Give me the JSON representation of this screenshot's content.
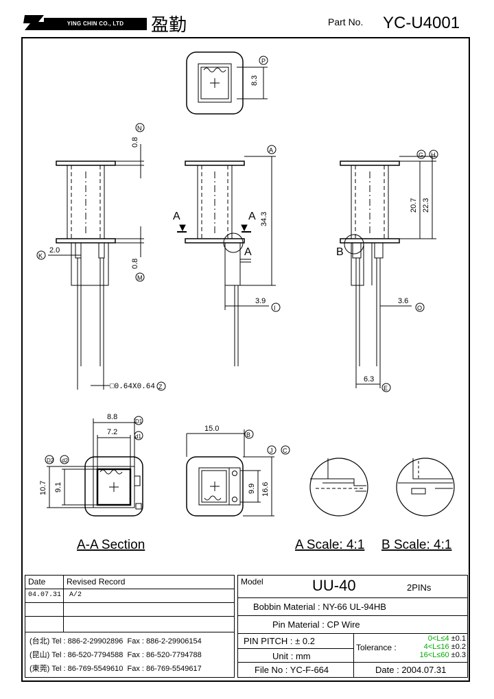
{
  "header": {
    "brand_en": "YING CHIN CO., LTD",
    "brand_cn": "盈勤",
    "part_label": "Part No.",
    "part_no": "YC-U4001"
  },
  "dims": {
    "P": "8.3",
    "N": "0.8",
    "M": "0.8",
    "A": "34.3",
    "G": "20.7",
    "H": "22.3",
    "K": "2.0",
    "I": "3.9",
    "O": "3.6",
    "Z": "□0.64X0.64",
    "E": "6.3",
    "D1": "8.8",
    "d1": "7.2",
    "D2": "10.7",
    "d2": "9.1",
    "B": "15.0",
    "J": "9.9",
    "C": "16.6"
  },
  "circle_labels": {
    "P": "P",
    "N": "N",
    "M": "M",
    "A": "A",
    "G": "G",
    "H": "H",
    "K": "K",
    "I": "I",
    "O": "O",
    "Z": "Z",
    "E": "E",
    "D1": "D1",
    "d1": "d1",
    "D2": "D2",
    "d2": "d2",
    "B": "B",
    "J": "J",
    "C": "C"
  },
  "section_markers": {
    "a": "A",
    "b": "B"
  },
  "section_titles": {
    "aa": "A-A Section",
    "a_scale": "A Scale: 4:1",
    "b_scale": "B Scale: 4:1"
  },
  "revision": {
    "date_header": "Date",
    "record_header": "Revised Record",
    "rows": [
      {
        "date": "04.07.31",
        "record": "A/2"
      },
      {
        "date": "",
        "record": ""
      },
      {
        "date": "",
        "record": ""
      }
    ]
  },
  "contacts": [
    {
      "city": "(台北)",
      "tel": "Tel : 886-2-29902896",
      "fax": "Fax : 886-2-29906154"
    },
    {
      "city": "(昆山)",
      "tel": "Tel : 86-520-7794588",
      "fax": "Fax : 86-520-7794788"
    },
    {
      "city": "(東莞)",
      "tel": "Tel : 86-769-5549610",
      "fax": "Fax : 86-769-5549617"
    }
  ],
  "titleblock": {
    "model_label": "Model",
    "model": "UU-40",
    "pins": "2PINs",
    "bobbin_label": "Bobbin  Material :",
    "bobbin": "NY-66 UL-94HB",
    "pin_mat_label": "Pin  Material :",
    "pin_mat": "CP Wire",
    "pitch_label": "PIN  PITCH :",
    "pitch": "± 0.2",
    "unit_label": "Unit :",
    "unit": "mm",
    "tol_label": "Tolerance :",
    "tol_rows": [
      {
        "range_a": "0<L≤",
        "range_b": "4",
        "val": "±0.1"
      },
      {
        "range_a": "4<L≤",
        "range_b": "16",
        "val": "±0.2"
      },
      {
        "range_a": "16<L≤",
        "range_b": "60",
        "val": "±0.3"
      }
    ],
    "file_label": "File  No :",
    "file": "YC-F-664",
    "date_label": "Date :",
    "date": "2004.07.31"
  }
}
